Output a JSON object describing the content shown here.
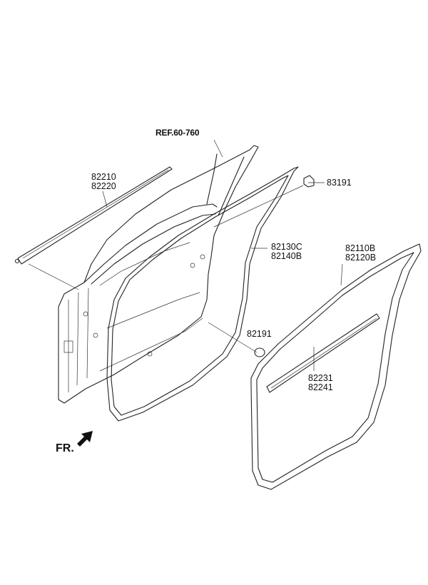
{
  "labels": {
    "ref": "REF.60-760",
    "p82210": "82210",
    "p82220": "82220",
    "p83191": "83191",
    "p82130c": "82130C",
    "p82140b": "82140B",
    "p82110b": "82110B",
    "p82120b": "82120B",
    "p82191": "82191",
    "p82231": "82231",
    "p82241": "82241",
    "fr": "FR."
  },
  "colors": {
    "line": "#222222",
    "background": "#ffffff"
  }
}
